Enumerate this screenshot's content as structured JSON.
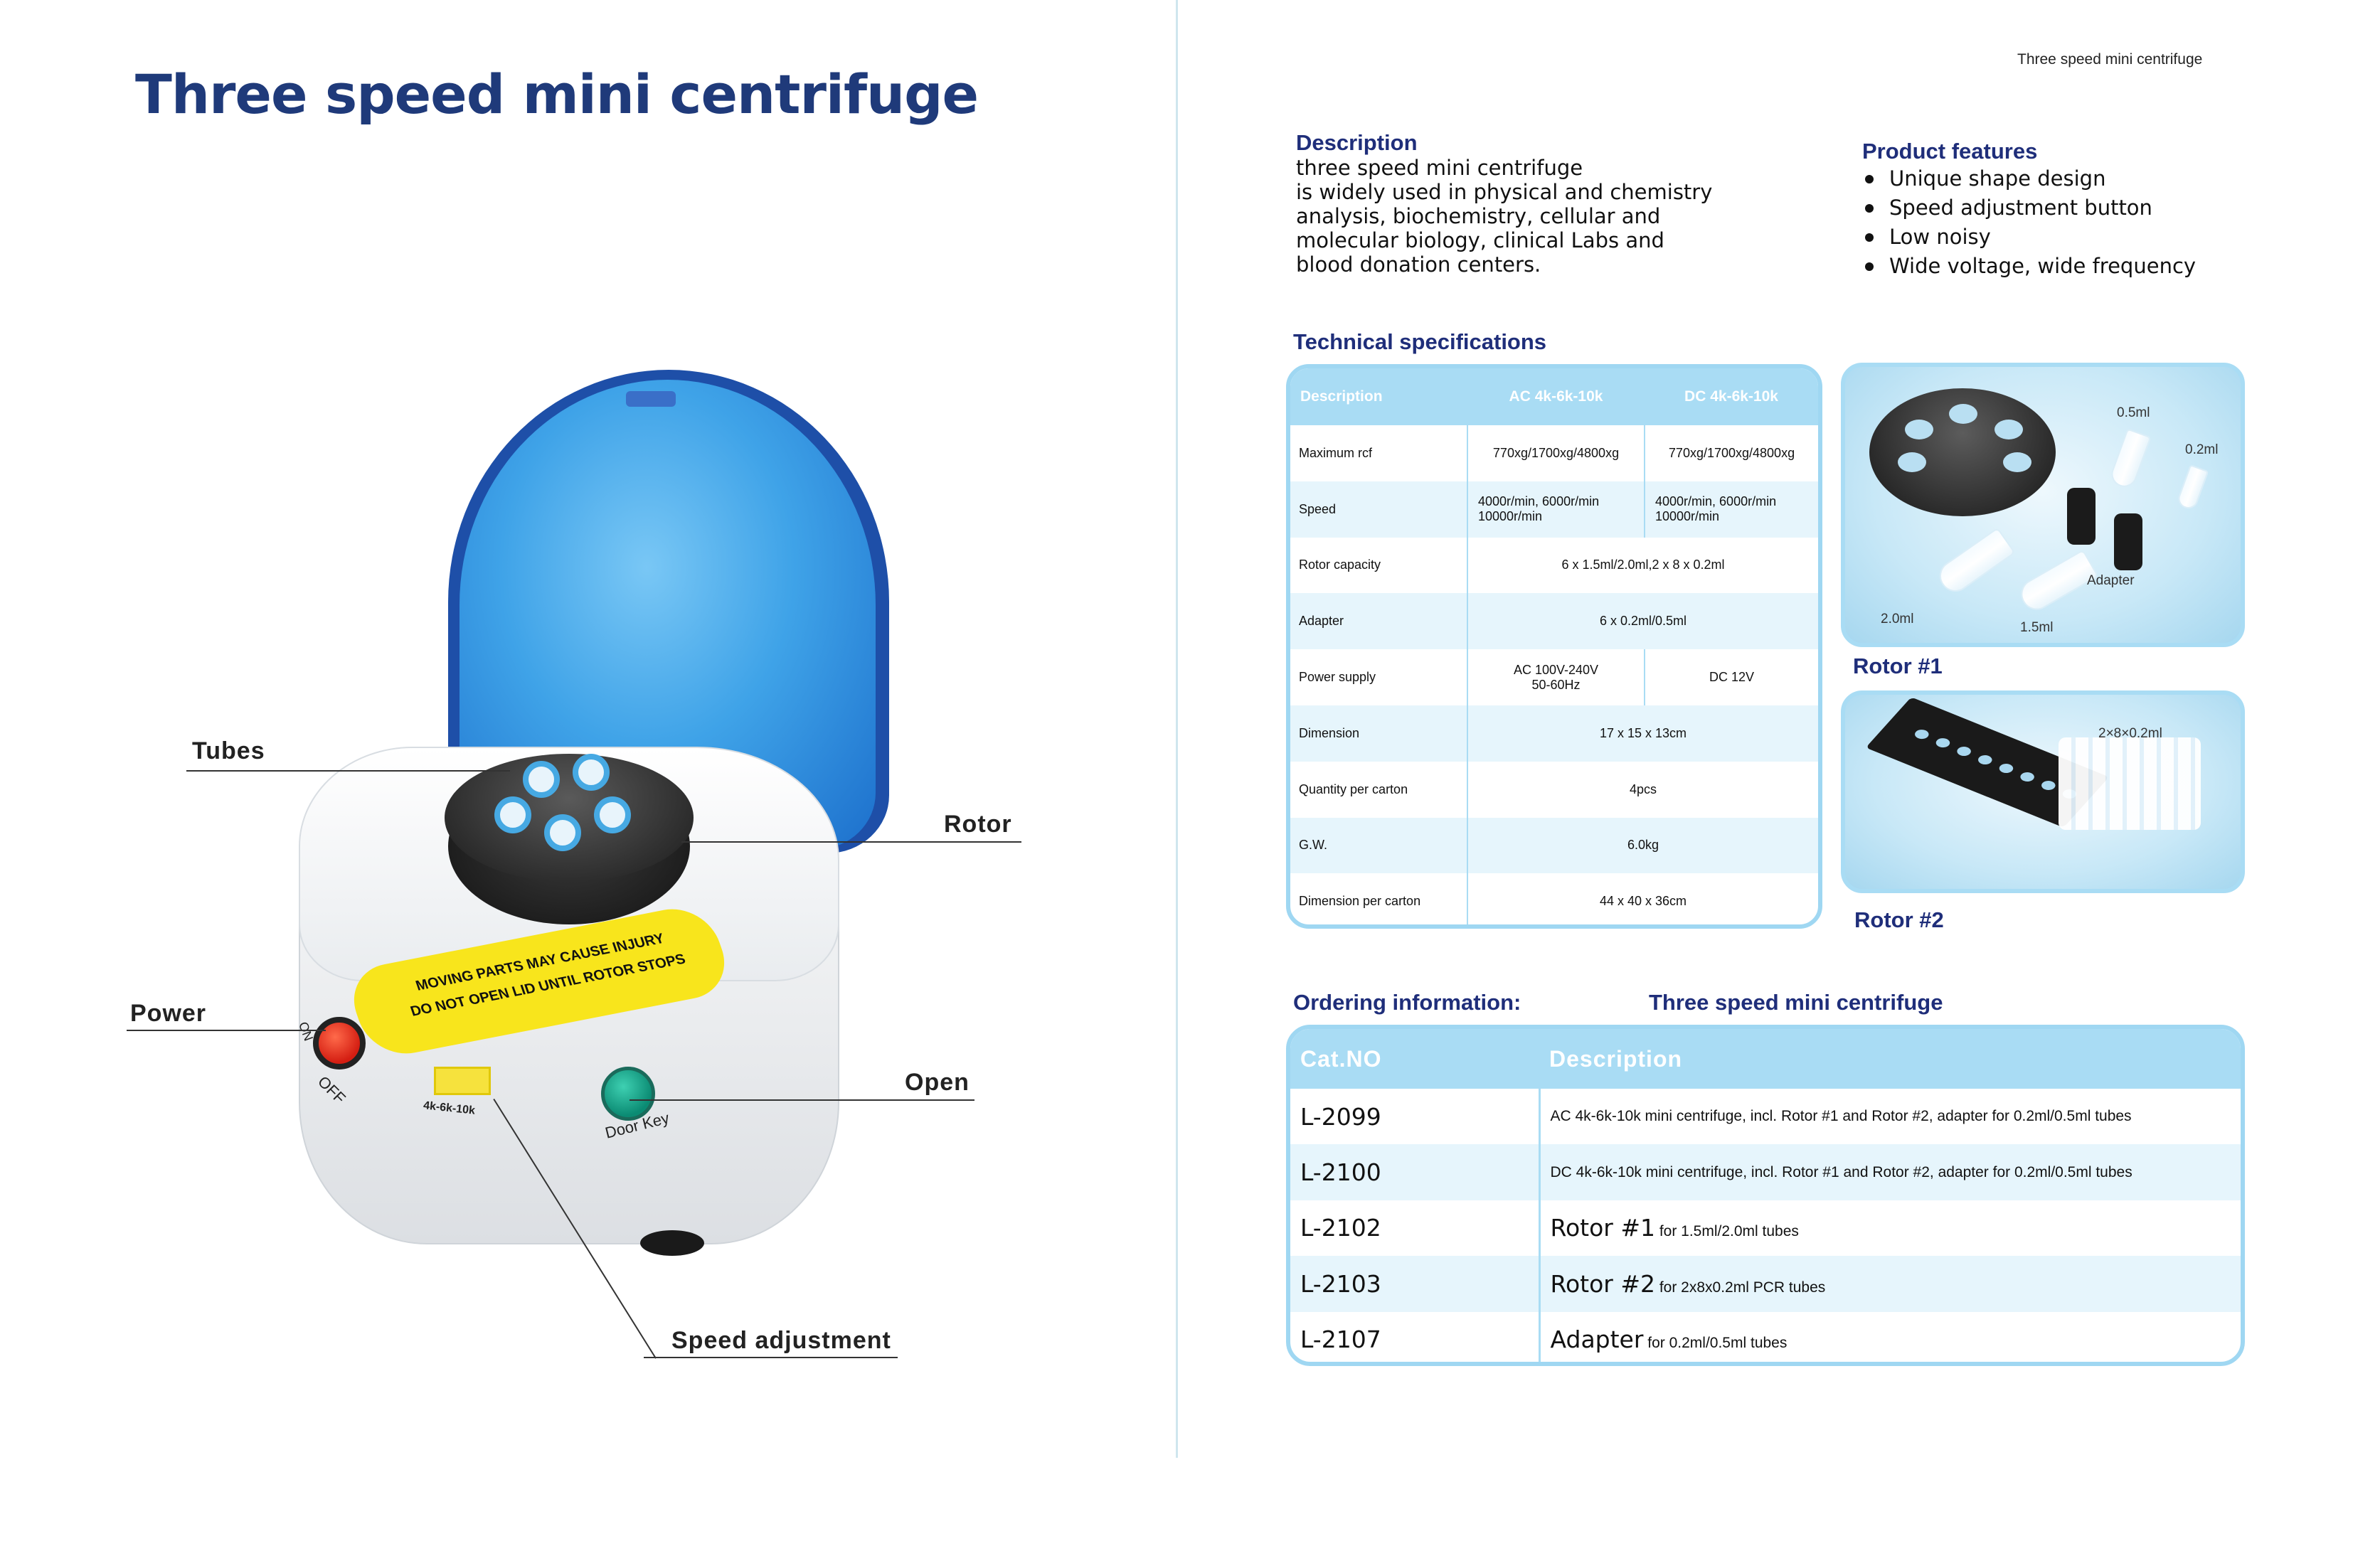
{
  "left_page": {
    "title": "Three speed mini centrifuge",
    "device": {
      "warning_line1": "MOVING PARTS MAY CAUSE INJURY",
      "warning_line2": "DO NOT OPEN LID UNTIL ROTOR STOPS",
      "power_on": "ON",
      "power_off": "OFF",
      "speed_label": "4k-6k-10k",
      "door_label": "Door Key"
    },
    "callouts": {
      "tubes": "Tubes",
      "rotor": "Rotor",
      "power": "Power",
      "open": "Open",
      "speed_adjustment": "Speed adjustment"
    }
  },
  "right_page": {
    "running_head": "Three speed mini centrifuge",
    "description": {
      "heading": "Description",
      "lines": [
        "three speed mini centrifuge",
        "is widely used in physical and chemistry",
        "analysis, biochemistry, cellular and",
        "molecular biology, clinical Labs and",
        "blood donation centers."
      ]
    },
    "features": {
      "heading": "Product features",
      "items": [
        "Unique shape design",
        "Speed adjustment button",
        "Low noisy",
        "Wide voltage, wide frequency"
      ]
    },
    "tech_specs": {
      "heading": "Technical specifications",
      "columns": [
        "Description",
        "AC 4k-6k-10k",
        "DC 4k-6k-10k"
      ],
      "rows": [
        {
          "label": "Maximum rcf",
          "ac": "770xg/1700xg/4800xg",
          "dc": "770xg/1700xg/4800xg"
        },
        {
          "label": "Speed",
          "ac_line1": "4000r/min, 6000r/min",
          "ac_line2": "10000r/min",
          "dc_line1": "4000r/min, 6000r/min",
          "dc_line2": "10000r/min"
        },
        {
          "label": "Rotor capacity",
          "both": "6 x 1.5ml/2.0ml,2 x 8 x 0.2ml"
        },
        {
          "label": "Adapter",
          "both": "6 x 0.2ml/0.5ml"
        },
        {
          "label": "Power supply",
          "ac_line1": "AC 100V-240V",
          "ac_line2": "50-60Hz",
          "dc": "DC 12V"
        },
        {
          "label": "Dimension",
          "both": "17 x 15 x 13cm"
        },
        {
          "label": "Quantity per carton",
          "both": "4pcs"
        },
        {
          "label": "G.W.",
          "both": "6.0kg"
        },
        {
          "label": "Dimension per carton",
          "both": "44 x 40 x 36cm"
        }
      ]
    },
    "rotor1": {
      "title": "Rotor #1",
      "labels": {
        "ml05": "0.5ml",
        "ml02": "0.2ml",
        "adapter": "Adapter",
        "ml20": "2.0ml",
        "ml15": "1.5ml"
      }
    },
    "rotor2": {
      "title": "Rotor #2",
      "label": "2×8×0.2ml"
    },
    "ordering": {
      "heading": "Ordering information:",
      "subheading": "Three speed mini centrifuge",
      "columns": [
        "Cat.NO",
        "Description"
      ],
      "rows": [
        {
          "cat": "L-2099",
          "desc": "AC 4k-6k-10k mini centrifuge,  incl. Rotor #1 and Rotor #2, adapter for 0.2ml/0.5ml tubes"
        },
        {
          "cat": "L-2100",
          "desc": "DC 4k-6k-10k mini centrifuge,  incl. Rotor #1 and Rotor #2, adapter for 0.2ml/0.5ml tubes"
        },
        {
          "cat": "L-2102",
          "big": "Rotor #1",
          "small": "for 1.5ml/2.0ml tubes"
        },
        {
          "cat": "L-2103",
          "big": "Rotor #2",
          "small": "for 2x8x0.2ml PCR tubes"
        },
        {
          "cat": "L-2107",
          "big": "Adapter",
          "small": "for 0.2ml/0.5ml tubes"
        }
      ]
    }
  }
}
